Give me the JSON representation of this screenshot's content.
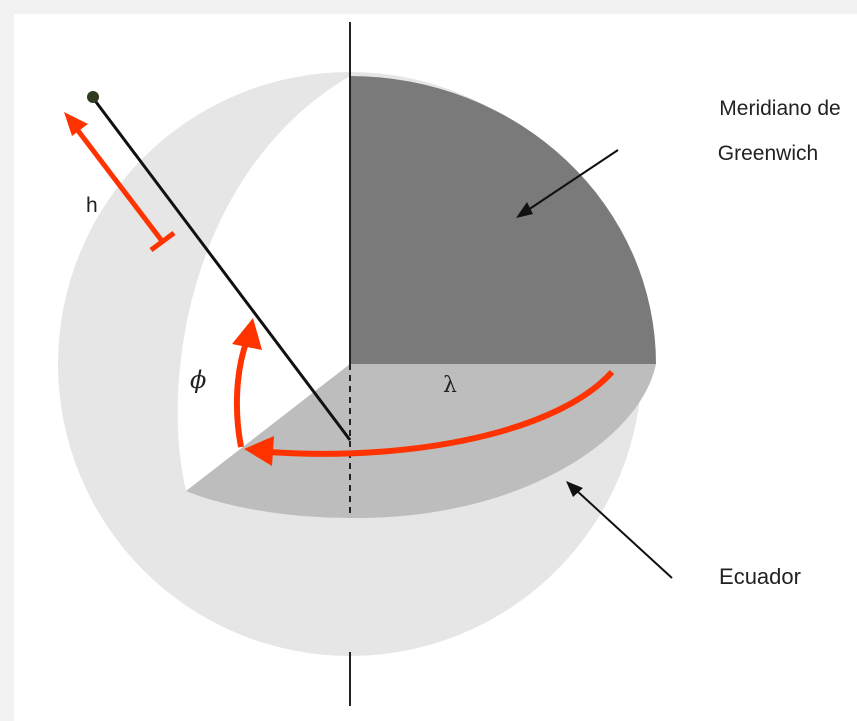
{
  "labels": {
    "meridian_line1": "Meridiano de",
    "meridian_line2": "Greenwich",
    "equator": "Ecuador",
    "height": "h",
    "latitude": "ϕ",
    "longitude": "λ"
  },
  "colors": {
    "background": "#f2f2f2",
    "card": "#ffffff",
    "sphere": "#e6e6e6",
    "equatorial_plane": "#bdbdbd",
    "meridian_quadrant": "#7a7a7a",
    "arrows": "#ff3300",
    "axis": "#222222",
    "point": "#2e3b1f"
  }
}
